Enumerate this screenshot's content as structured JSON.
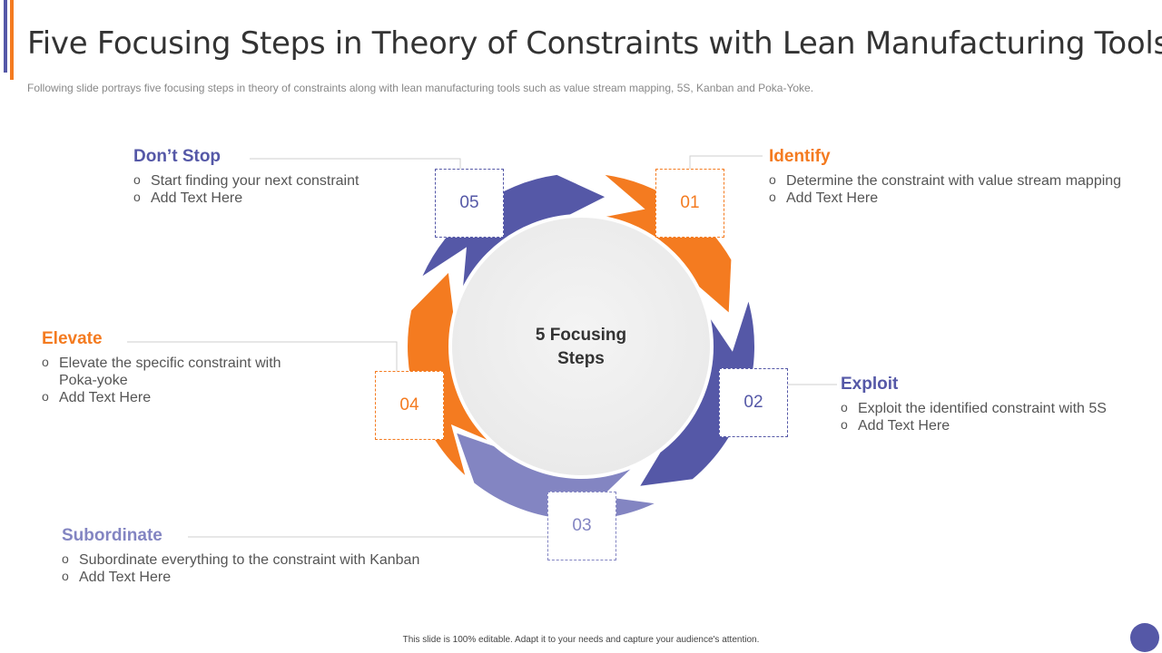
{
  "colors": {
    "orange": "#F47B20",
    "purple": "#5558A7",
    "lavender": "#8385C2",
    "title_bar_purple": "#5558A7",
    "title_bar_orange": "#F47B20"
  },
  "header": {
    "title": "Five Focusing Steps in Theory of Constraints with Lean Manufacturing Tools",
    "subtitle": "Following slide portrays five  focusing steps in theory  of constraints along with lean  manufacturing  tools such as value  stream mapping,  5S, Kanban and Poka-Yoke."
  },
  "diagram": {
    "center_text_line1": "5 Focusing",
    "center_text_line2": "Steps"
  },
  "steps": [
    {
      "number": "01",
      "heading": "Identify",
      "color": "#F47B20",
      "bullets": [
        "Determine the constraint with value stream mapping",
        "Add Text Here"
      ]
    },
    {
      "number": "02",
      "heading": "Exploit",
      "color": "#5558A7",
      "bullets": [
        "Exploit the identified constraint with 5S",
        "Add Text Here"
      ]
    },
    {
      "number": "03",
      "heading": "Subordinate",
      "color": "#8385C2",
      "bullets": [
        "Subordinate everything  to the constraint with Kanban",
        "Add Text Here"
      ]
    },
    {
      "number": "04",
      "heading": "Elevate",
      "color": "#F47B20",
      "bullets": [
        "Elevate the specific constraint  with Poka-yoke",
        "Add Text Here"
      ]
    },
    {
      "number": "05",
      "heading": "Don’t Stop",
      "color": "#5558A7",
      "bullets": [
        "Start finding your next constraint",
        "Add Text Here"
      ]
    }
  ],
  "footer": {
    "text": "This slide is 100% editable.  Adapt it to your needs and capture your audience's attention."
  }
}
